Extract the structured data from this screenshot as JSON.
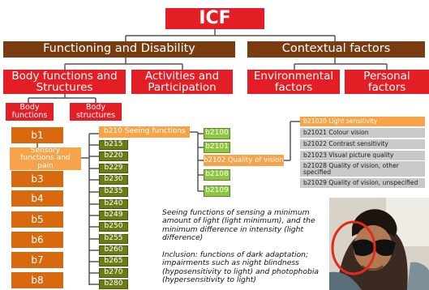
{
  "title": "ICF",
  "functioning": "Functioning and Disability",
  "contextual": "Contextual factors",
  "body_functions_structures": "Body functions and Structures",
  "activities": "Activities and Participation",
  "environmental": "Environmental factors",
  "personal": "Personal factors",
  "body_functions": "Body functions",
  "body_structures": "Body structures",
  "left_codes": [
    "b1",
    "b3",
    "b4",
    "b5",
    "b6",
    "b7",
    "b8"
  ],
  "sensory": "Sensory functions and pain",
  "b210": "b210  Seeing functions",
  "b2_codes": [
    "b215",
    "b220",
    "b229",
    "b230",
    "b235",
    "b240",
    "b249",
    "b250",
    "b255",
    "b260",
    "b265",
    "b270",
    "b280"
  ],
  "b210_codes": {
    "b2100": "b2100",
    "b2101": "b2101",
    "b2102": "b2102 Quality of vision",
    "b2108": "b2108",
    "b2109": "b2109"
  },
  "b2102_items": [
    "b21020 Light sensitivity",
    "b21021 Colour vision",
    "b21022 Contrast sensitivity",
    "b21023 Visual picture quality",
    "b21028 Quality of vision, other specified",
    "b21029 Quality of vision, unspecified"
  ],
  "description": "Seeing functions of sensing a minimum amount of light (light minimum), and the minimum difference in intensity (light difference)",
  "inclusion": "Inclusion: functions of dark adaptation; impairments such as night blindness (hyposensitivity to light) and photophobia (hypersensitivity to light)"
}
